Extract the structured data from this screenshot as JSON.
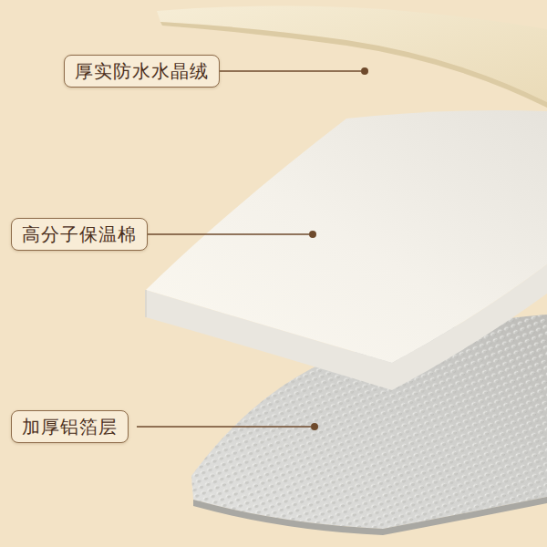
{
  "diagram": {
    "nodes": [
      {
        "text": [
          "厚实防水水晶绒"
        ]
      },
      {
        "text": [
          "高分子保温棉"
        ]
      },
      {
        "text": [
          "加厚铝箔层"
        ]
      }
    ]
  }
}
